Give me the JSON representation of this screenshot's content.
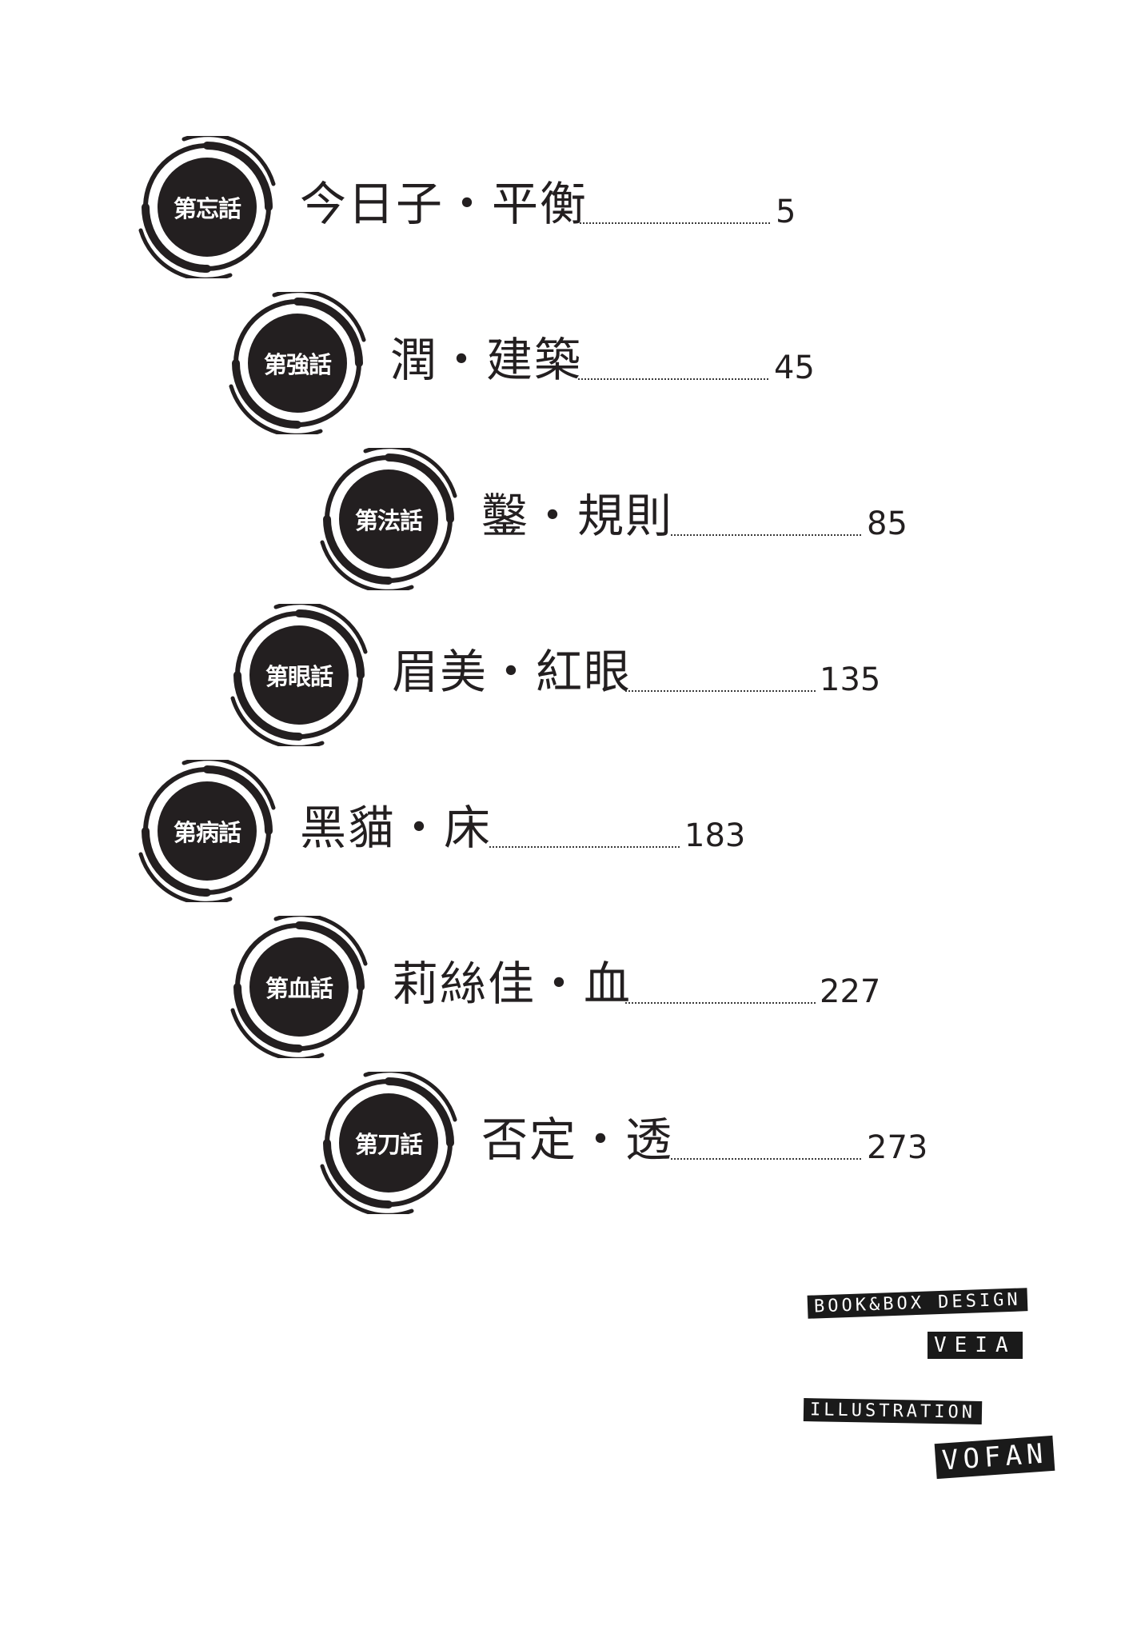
{
  "toc": {
    "entries": [
      {
        "badge": "第忘話",
        "title": "今日子・平衡",
        "page": "5"
      },
      {
        "badge": "第強話",
        "title": "潤・建築",
        "page": "45"
      },
      {
        "badge": "第法話",
        "title": "鑿・規則",
        "page": "85"
      },
      {
        "badge": "第眼話",
        "title": "眉美・紅眼",
        "page": "135"
      },
      {
        "badge": "第病話",
        "title": "黑貓・床",
        "page": "183"
      },
      {
        "badge": "第血話",
        "title": "莉絲佳・血",
        "page": "227"
      },
      {
        "badge": "第刀話",
        "title": "否定・透",
        "page": "273"
      }
    ]
  },
  "credits": {
    "book_design_label": "BOOK&BOX DESIGN",
    "book_designer": "VEIA",
    "illustration_label": "ILLUSTRATION",
    "illustrator": "VOFAN"
  }
}
